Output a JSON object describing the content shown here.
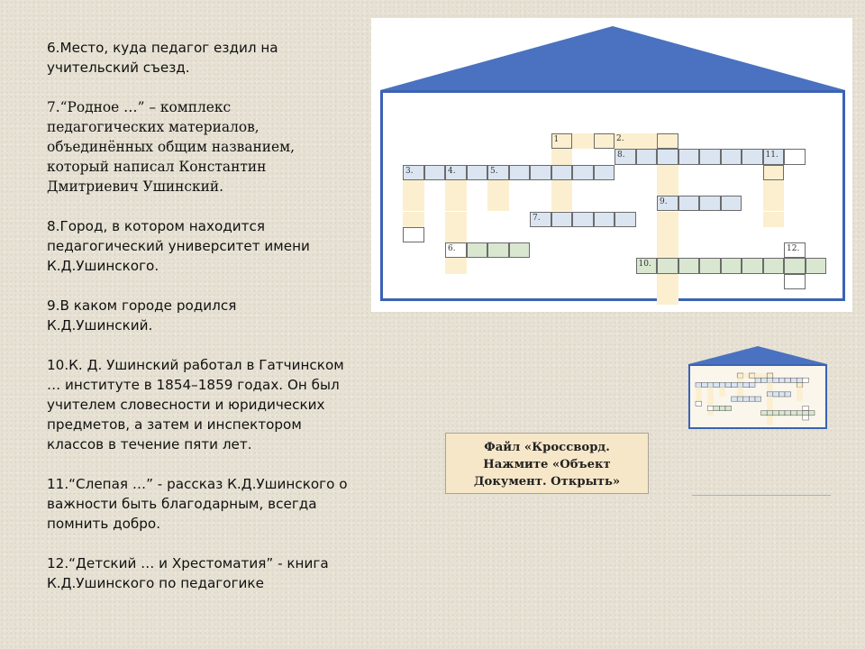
{
  "clues": [
    {
      "id": "clue-6",
      "text": "6.Место, куда педагог ездил на\nучительский съезд."
    },
    {
      "id": "clue-7",
      "text": "7.“Родное …” – комплекс\nпедагогических материалов,\nобъединённых общим названием,\nкоторый написал Константин\nДмитриевич Ушинский."
    },
    {
      "id": "clue-8",
      "text": "8.Город, в котором находится\nпедагогический университет имени\nК.Д.Ушинского."
    },
    {
      "id": "clue-9",
      "text": "9.В каком городе родился\nК.Д.Ушинский."
    },
    {
      "id": "clue-10",
      "text": "10.К. Д. Ушинский работал в Гатчинском\n… институте в 1854–1859 годах. Он был\nучителем словесности и юридических\nпредметов, а затем и инспектором\nклассов в течение пяти лет."
    },
    {
      "id": "clue-11",
      "text": "11.“Слепая …” - рассказ К.Д.Ушинского о\nважности быть благодарным, всегда\nпомнить добро."
    },
    {
      "id": "clue-12",
      "text": "12.“Детский … и Хрестоматия” - книга\nК.Д.Ушинского по педагогике"
    }
  ],
  "crossword": {
    "numbers": [
      "1",
      "2.",
      "3.",
      "4.",
      "5.",
      "6.",
      "7.",
      "8.",
      "9.",
      "10.",
      "11.",
      "12."
    ]
  },
  "note": {
    "line1": "Файл «Кроссворд.",
    "line2": "Нажмите «Объект",
    "line3": "Документ. Открыть»"
  },
  "colors": {
    "roof": "#4a72c0",
    "frame": "#3b62b4",
    "cell_yellow": "#fbefcf",
    "cell_blue": "#dbe5f1",
    "cell_green": "#d9e6d0",
    "note_bg": "#f7e7c9"
  }
}
